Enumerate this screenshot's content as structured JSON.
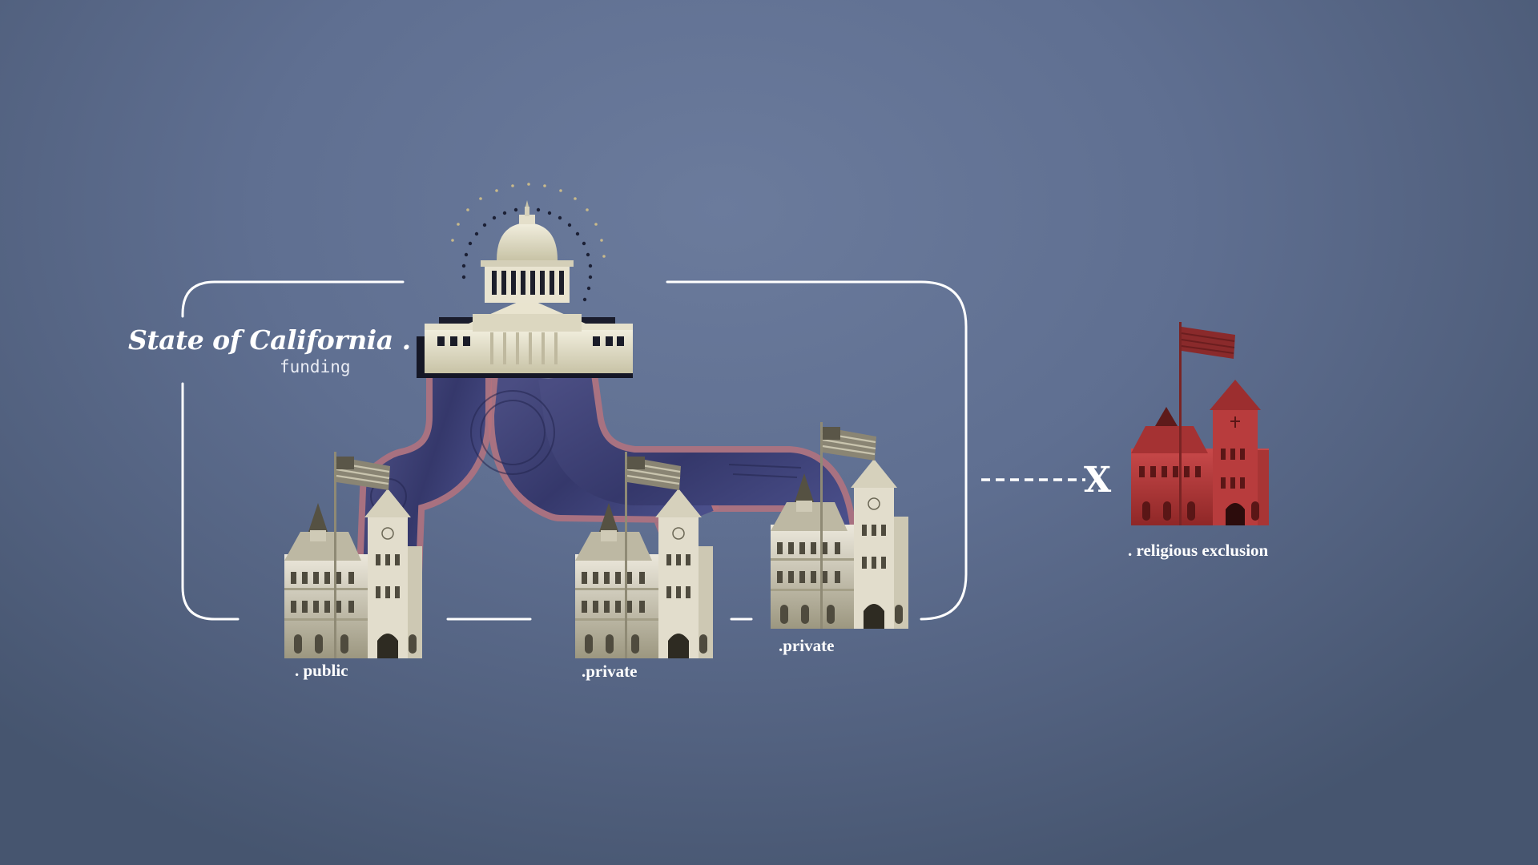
{
  "title": "State of California .",
  "subtitle": "funding",
  "nodes": {
    "capitol": {
      "icon": "capitol-dome-icon"
    },
    "public_school": {
      "label": ". public",
      "icon": "schoolhouse-icon"
    },
    "private_school_1": {
      "label": ".private",
      "icon": "schoolhouse-icon"
    },
    "private_school_2": {
      "label": ".private",
      "icon": "schoolhouse-icon"
    },
    "religious_school": {
      "label": ". religious exclusion",
      "icon": "schoolhouse-icon",
      "color": "#b9393a"
    }
  },
  "exclusion_mark": "X",
  "colors": {
    "background": "#5f6f91",
    "frame": "#ffffff",
    "money_pipe": "#3c3f7a",
    "pipe_outline": "#b5727e",
    "building": "#d9d4c3",
    "religious_building": "#b9393a"
  }
}
